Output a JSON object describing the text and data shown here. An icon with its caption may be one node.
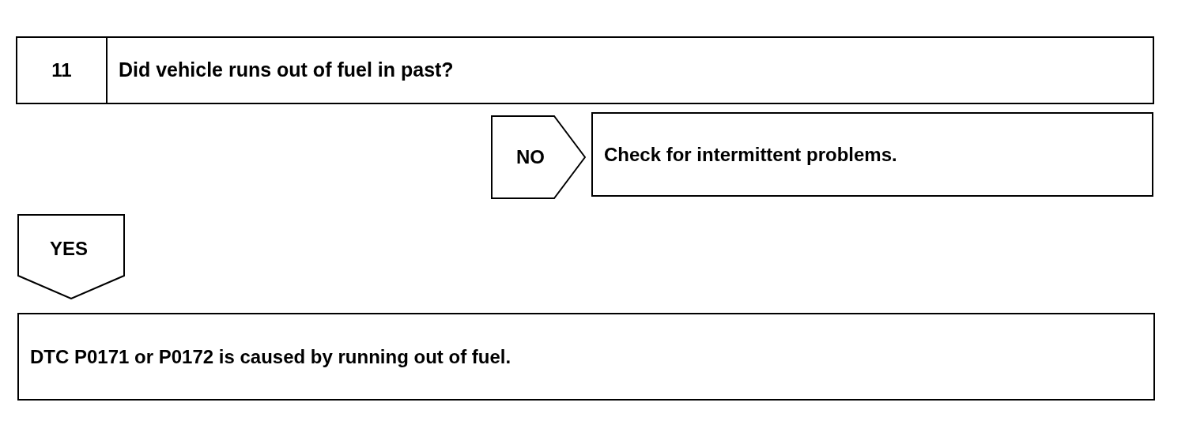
{
  "diagram": {
    "nodes": [
      {
        "text": [
          "11",
          "Did vehicle runs out of fuel in past?"
        ]
      },
      {
        "text": [
          "NO"
        ]
      },
      {
        "text": [
          "Check for intermittent problems."
        ]
      },
      {
        "text": [
          "YES"
        ]
      },
      {
        "text": [
          "DTC P0171 or P0172 is caused by running out of fuel."
        ]
      }
    ]
  }
}
